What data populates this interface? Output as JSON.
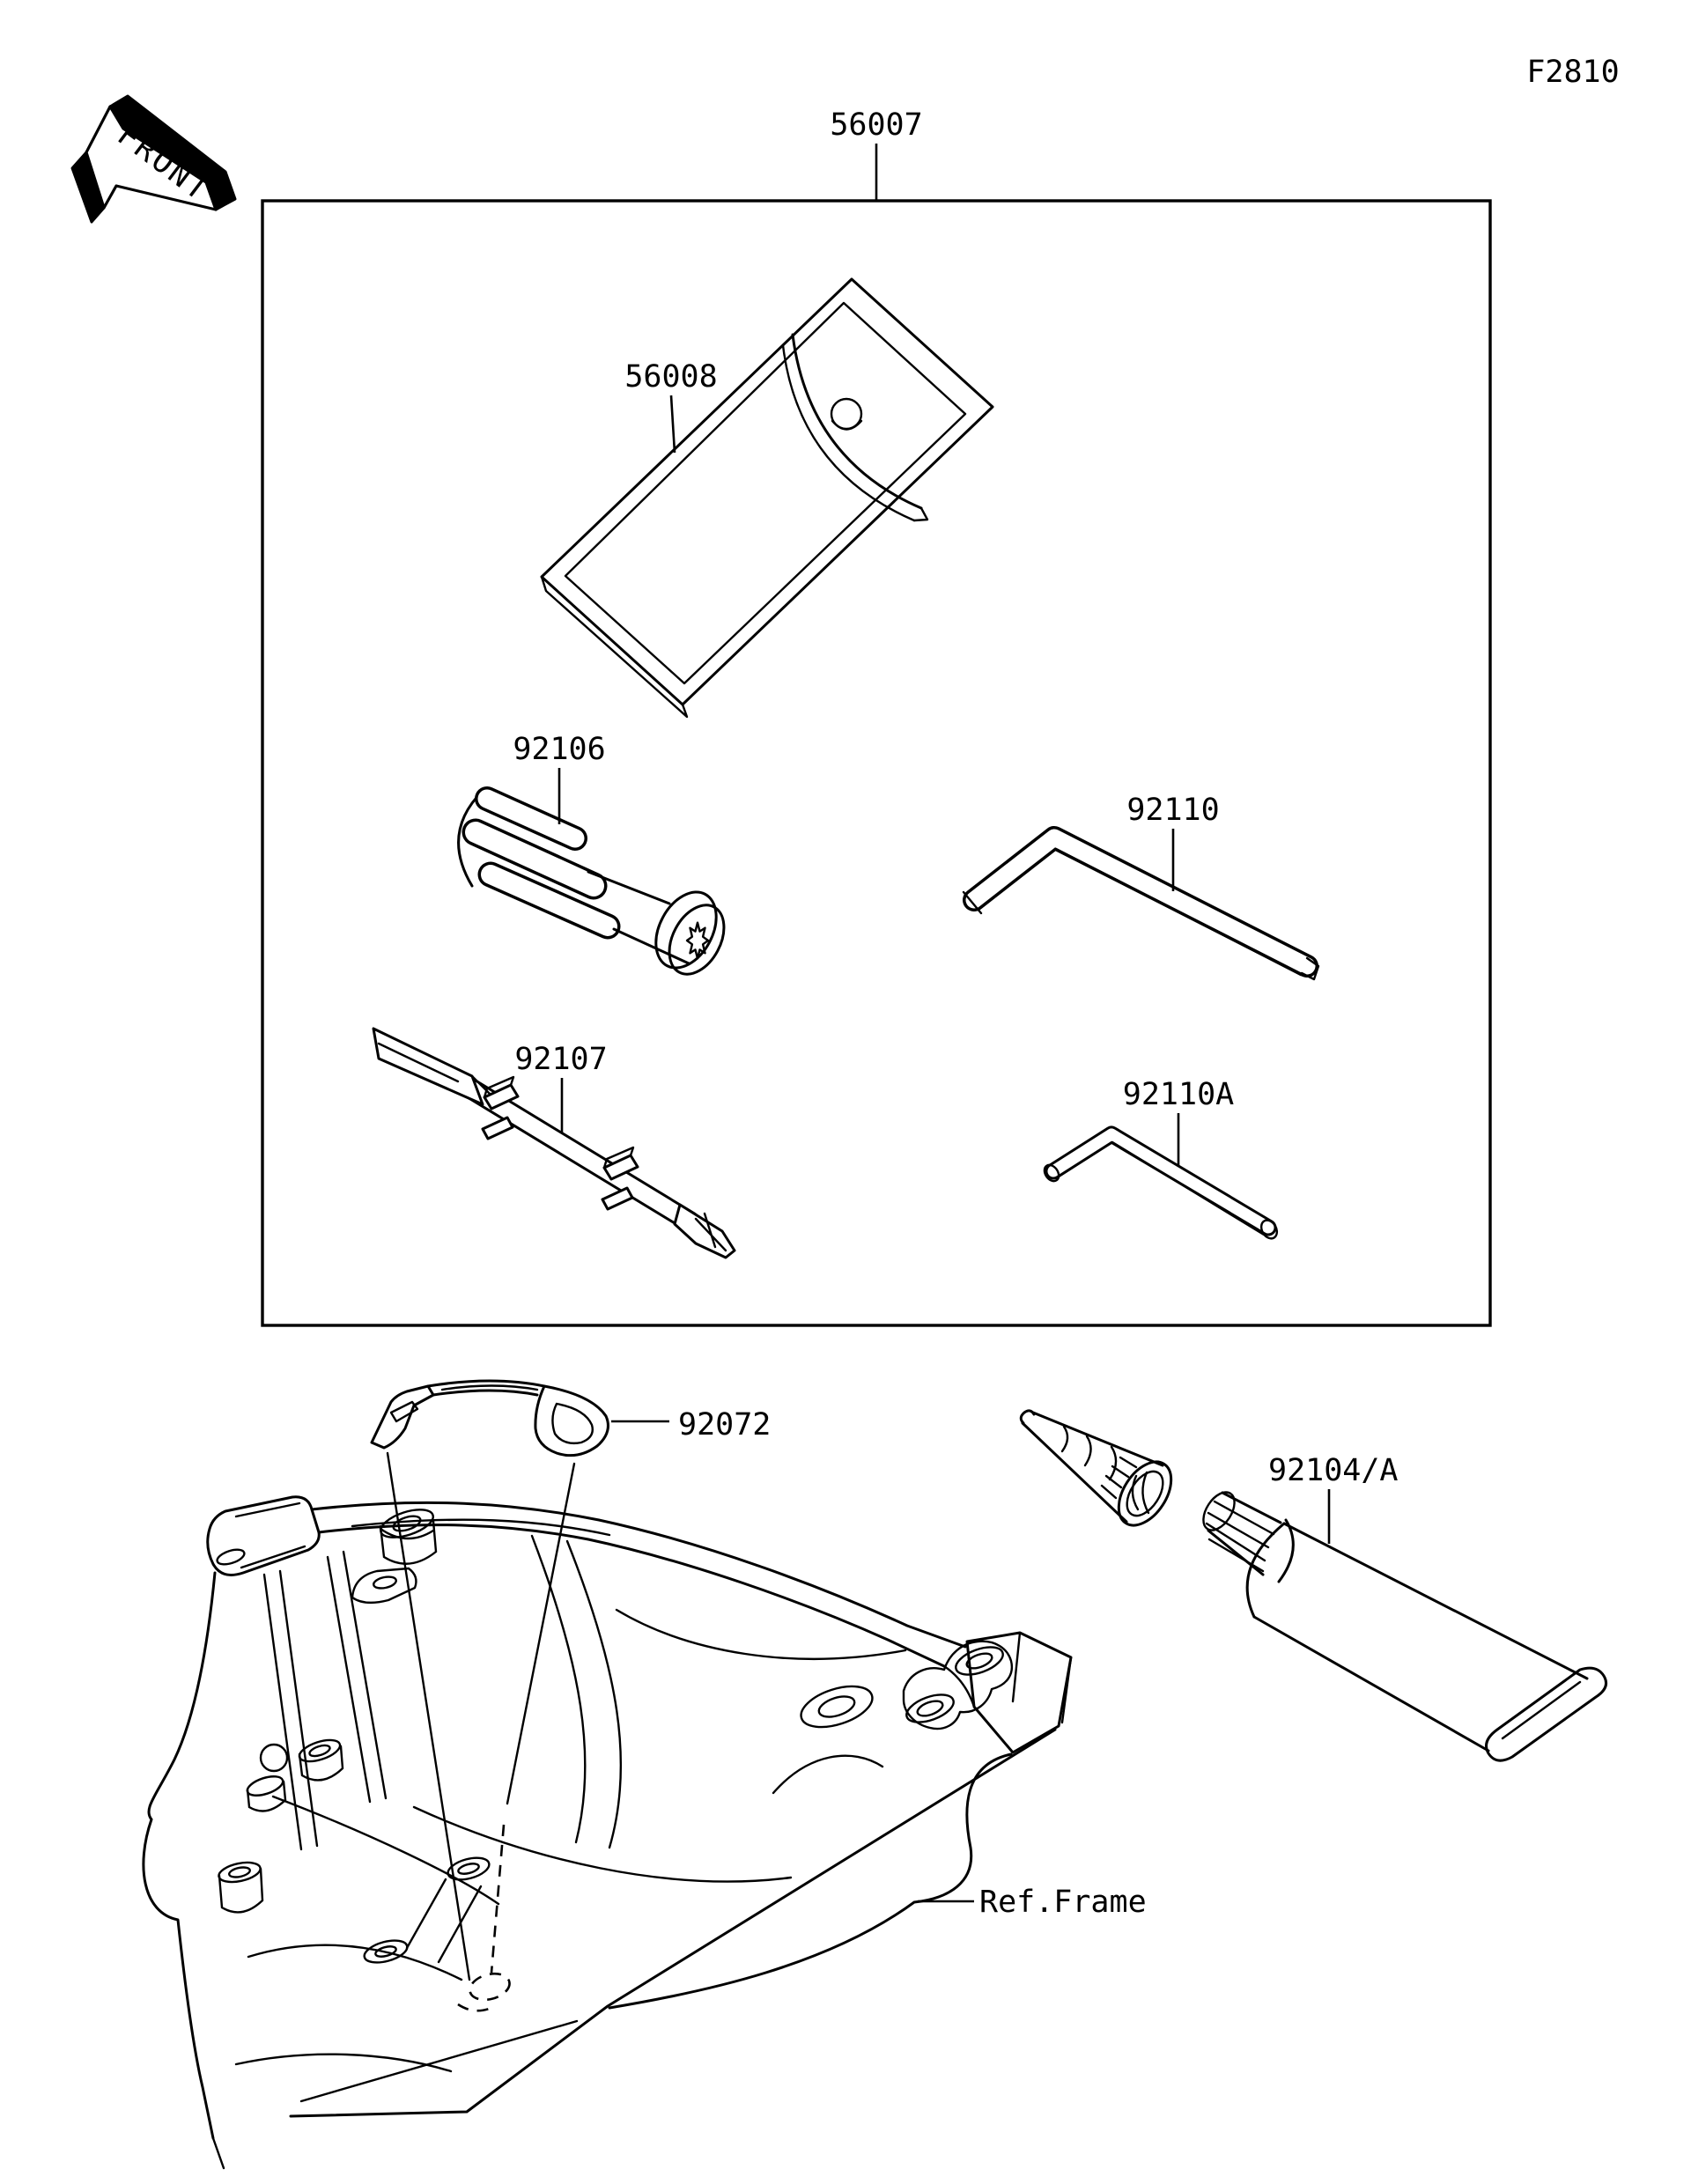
{
  "diagram": {
    "code": "F2810",
    "front_indicator": "FRONT",
    "ref_frame_label": "Ref.Frame",
    "colors": {
      "line": "#000000",
      "background": "#ffffff"
    },
    "icons": {
      "front_arrow": "front-direction-arrow-icon"
    },
    "part_numbers": {
      "tool_kit_box": "56007",
      "tool_pouch": "56008",
      "grip_handle": "92106",
      "screwdriver_bit": "92107",
      "hex_wrench_large": "92110",
      "hex_wrench_small": "92110A",
      "band_strap": "92072",
      "sealant_tube": "92104/A"
    }
  }
}
